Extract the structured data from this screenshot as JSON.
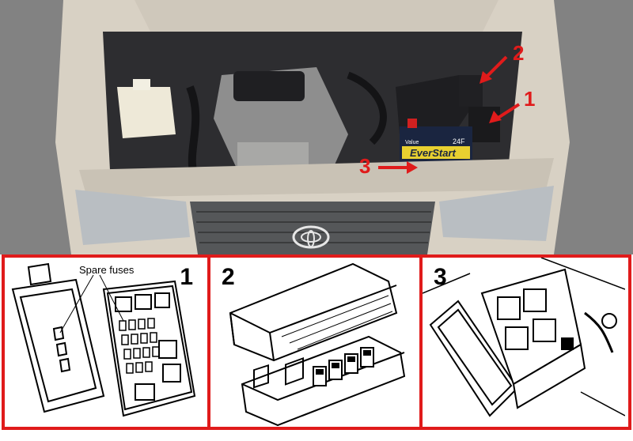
{
  "photo": {
    "callouts": [
      {
        "number": "1"
      },
      {
        "number": "2"
      },
      {
        "number": "3"
      }
    ],
    "battery_brand": "EverStart",
    "battery_tag": "24F",
    "battery_value": "Value",
    "colors": {
      "callout": "#e01b1b",
      "car_body": "#d9d2c6",
      "engine": "#2a2a2c"
    }
  },
  "panels": [
    {
      "number": "1",
      "label": "Spare fuses"
    },
    {
      "number": "2"
    },
    {
      "number": "3"
    }
  ]
}
